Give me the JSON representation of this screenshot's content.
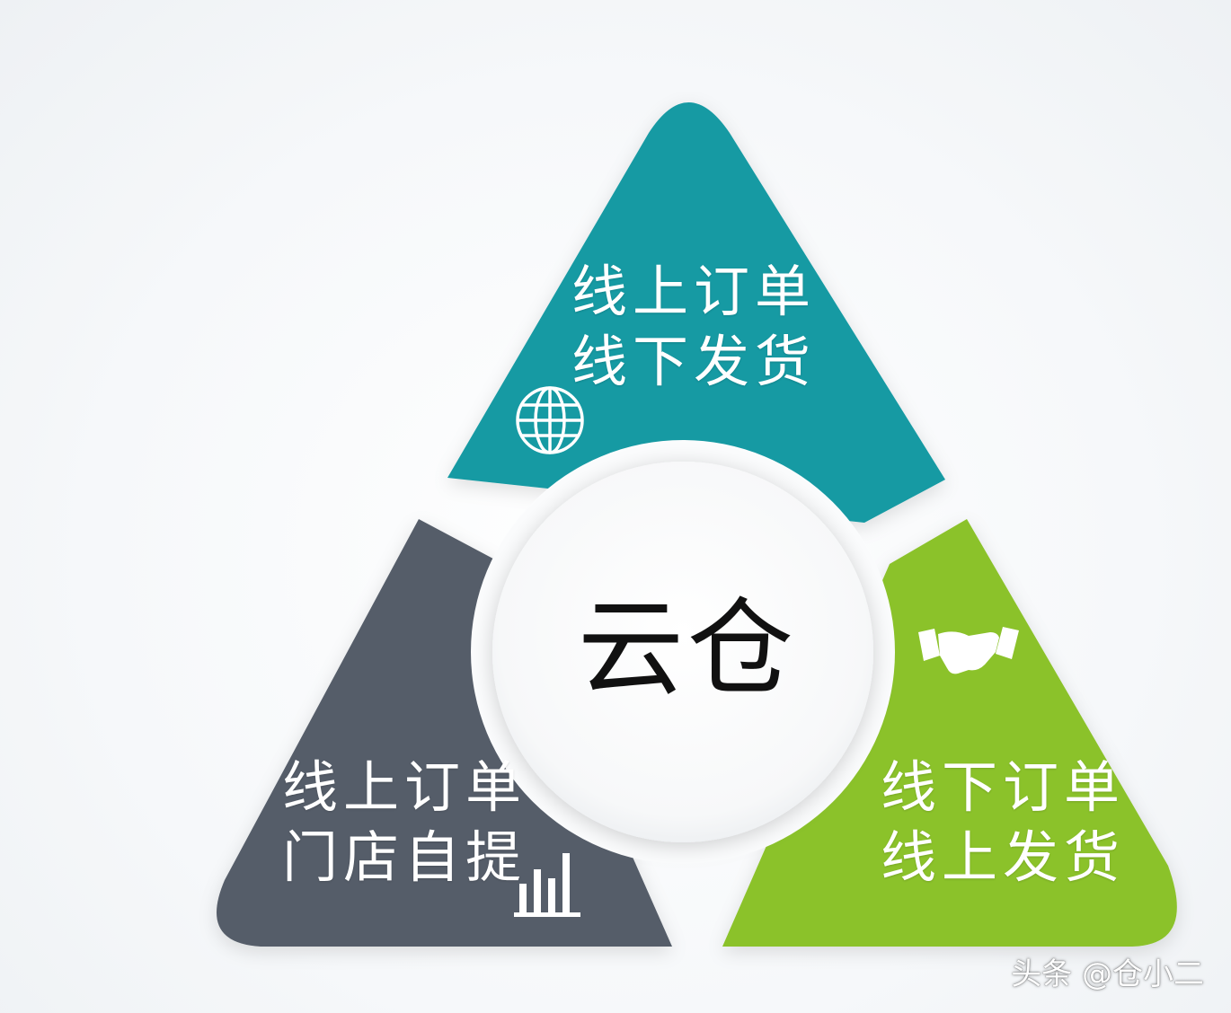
{
  "colors": {
    "top_segment": "#159aa3",
    "left_segment": "#555d69",
    "right_segment": "#8bc22a",
    "center_circle": "#ffffff",
    "label_text": "#ffffff",
    "center_text": "#111111"
  },
  "center": {
    "label": "云仓"
  },
  "segments": {
    "top": {
      "line1": "线上订单",
      "line2": "线下发货",
      "icon": "globe-icon"
    },
    "left": {
      "line1": "线上订单",
      "line2": "门店自提",
      "icon": "bar-chart-icon"
    },
    "right": {
      "line1": "线下订单",
      "line2": "线上发货",
      "icon": "handshake-icon"
    }
  },
  "watermark": {
    "text": "头条 @仓小二"
  }
}
